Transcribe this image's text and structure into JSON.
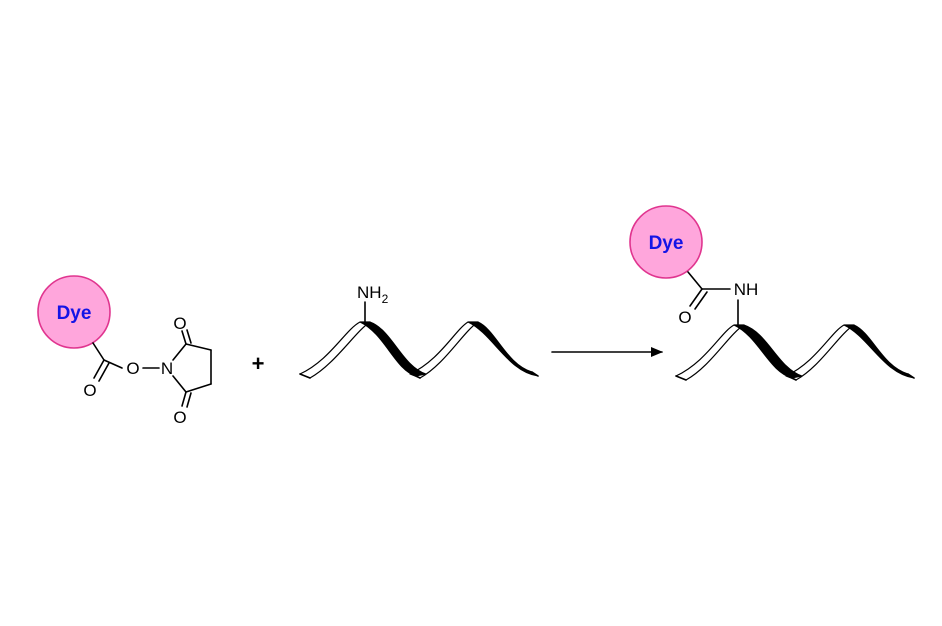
{
  "reactant_ester": {
    "dye_label": "Dye",
    "carbonyl_o": "O",
    "ester_o": "O",
    "imide_n": "N",
    "imide_o_top": "O",
    "imide_o_bottom": "O"
  },
  "plus_sign": "+",
  "reactant_dna": {
    "amine_label": "NH",
    "amine_subscript": "2"
  },
  "product": {
    "dye_label": "Dye",
    "amide_nh": "NH",
    "carbonyl_o": "O"
  },
  "colors": {
    "dye_fill": "#ffa6dc",
    "dye_stroke": "#e0358f",
    "dye_text": "#1414e6"
  }
}
